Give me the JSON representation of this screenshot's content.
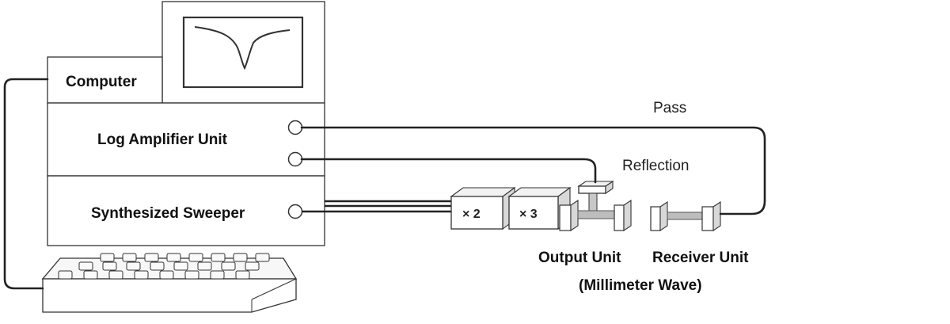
{
  "labels": {
    "computer": "Computer",
    "log_amp": "Log Amplifier Unit",
    "sweeper": "Synthesized Sweeper",
    "x2": "× 2",
    "x3": "× 3",
    "pass": "Pass",
    "reflection": "Reflection",
    "output_unit": "Output Unit",
    "receiver_unit": "Receiver Unit",
    "millimeter_wave": "(Millimeter Wave)"
  },
  "colors": {
    "line": "#222222",
    "waveguide": "#bdbdbd"
  }
}
